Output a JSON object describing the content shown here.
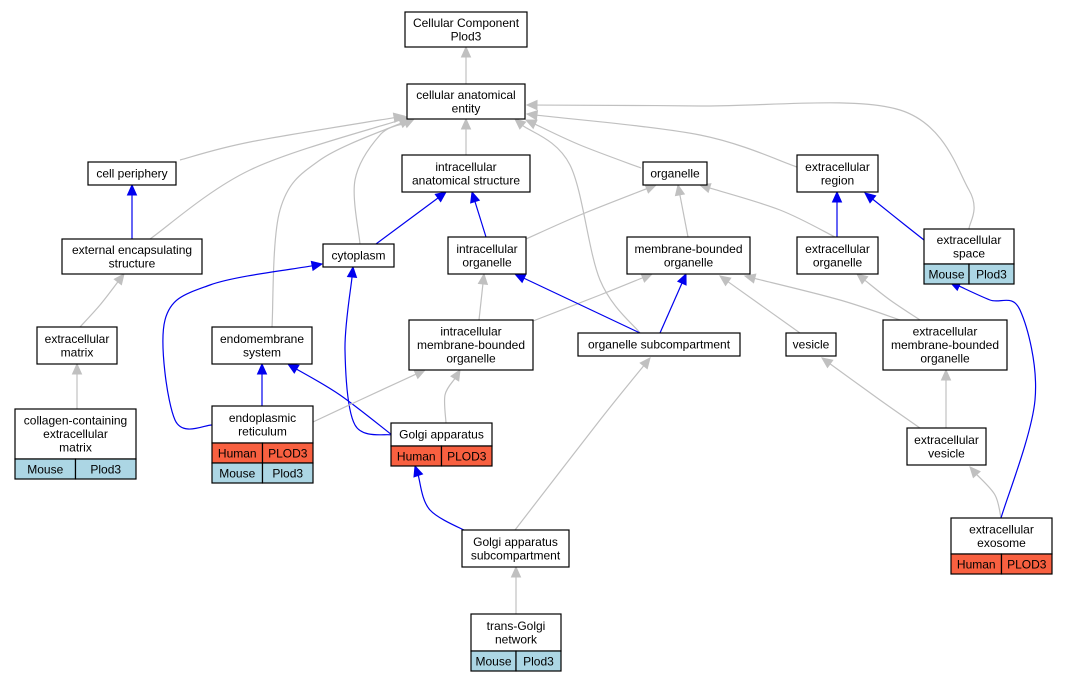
{
  "colors": {
    "grey_edge": "#c0c0c0",
    "blue_edge": "#0000ee",
    "human_tag": "#f86040",
    "mouse_tag": "#acd6e4",
    "box_stroke": "#000000"
  },
  "nodes": [
    {
      "id": "cc",
      "lines": [
        "Cellular Component",
        "Plod3"
      ]
    },
    {
      "id": "cae",
      "lines": [
        "cellular anatomical",
        "entity"
      ]
    },
    {
      "id": "cp",
      "lines": [
        "cell periphery"
      ]
    },
    {
      "id": "ias",
      "lines": [
        "intracellular",
        "anatomical structure"
      ]
    },
    {
      "id": "org",
      "lines": [
        "organelle"
      ]
    },
    {
      "id": "exr",
      "lines": [
        "extracellular",
        "region"
      ]
    },
    {
      "id": "ees",
      "lines": [
        "external encapsulating",
        "structure"
      ]
    },
    {
      "id": "cyt",
      "lines": [
        "cytoplasm"
      ]
    },
    {
      "id": "io",
      "lines": [
        "intracellular",
        "organelle"
      ]
    },
    {
      "id": "mbo",
      "lines": [
        "membrane-bounded",
        "organelle"
      ]
    },
    {
      "id": "exo",
      "lines": [
        "extracellular",
        "organelle"
      ]
    },
    {
      "id": "exs",
      "lines": [
        "extracellular",
        "space"
      ],
      "tags": [
        {
          "species": "Mouse",
          "gene": "Plod3"
        }
      ]
    },
    {
      "id": "ecm",
      "lines": [
        "extracellular",
        "matrix"
      ]
    },
    {
      "id": "ems",
      "lines": [
        "endomembrane",
        "system"
      ]
    },
    {
      "id": "imbo",
      "lines": [
        "intracellular",
        "membrane-bounded",
        "organelle"
      ]
    },
    {
      "id": "osc",
      "lines": [
        "organelle subcompartment"
      ]
    },
    {
      "id": "ves",
      "lines": [
        "vesicle"
      ]
    },
    {
      "id": "embo",
      "lines": [
        "extracellular",
        "membrane-bounded",
        "organelle"
      ]
    },
    {
      "id": "ccecm",
      "lines": [
        "collagen-containing",
        "extracellular",
        "matrix"
      ],
      "tags": [
        {
          "species": "Mouse",
          "gene": "Plod3"
        }
      ]
    },
    {
      "id": "er",
      "lines": [
        "endoplasmic",
        "reticulum"
      ],
      "tags": [
        {
          "species": "Human",
          "gene": "PLOD3"
        },
        {
          "species": "Mouse",
          "gene": "Plod3"
        }
      ]
    },
    {
      "id": "ga",
      "lines": [
        "Golgi apparatus"
      ],
      "tags": [
        {
          "species": "Human",
          "gene": "PLOD3"
        }
      ]
    },
    {
      "id": "ev",
      "lines": [
        "extracellular",
        "vesicle"
      ]
    },
    {
      "id": "gasc",
      "lines": [
        "Golgi apparatus",
        "subcompartment"
      ]
    },
    {
      "id": "eex",
      "lines": [
        "extracellular",
        "exosome"
      ],
      "tags": [
        {
          "species": "Human",
          "gene": "PLOD3"
        }
      ]
    },
    {
      "id": "tgn",
      "lines": [
        "trans-Golgi",
        "network"
      ],
      "tags": [
        {
          "species": "Mouse",
          "gene": "Plod3"
        }
      ]
    }
  ],
  "edges": [
    {
      "from": "cae",
      "to": "cc",
      "kind": "is_a"
    },
    {
      "from": "cp",
      "to": "cae",
      "kind": "is_a"
    },
    {
      "from": "ias",
      "to": "cae",
      "kind": "is_a"
    },
    {
      "from": "org",
      "to": "cae",
      "kind": "is_a"
    },
    {
      "from": "exr",
      "to": "cae",
      "kind": "is_a"
    },
    {
      "from": "exs",
      "to": "cae",
      "kind": "is_a"
    },
    {
      "from": "ees",
      "to": "cae",
      "kind": "is_a"
    },
    {
      "from": "cyt",
      "to": "cae",
      "kind": "is_a"
    },
    {
      "from": "ems",
      "to": "cae",
      "kind": "is_a"
    },
    {
      "from": "osc",
      "to": "cae",
      "kind": "is_a"
    },
    {
      "from": "ees",
      "to": "cp",
      "kind": "part_of"
    },
    {
      "from": "cyt",
      "to": "ias",
      "kind": "part_of"
    },
    {
      "from": "io",
      "to": "ias",
      "kind": "part_of"
    },
    {
      "from": "io",
      "to": "org",
      "kind": "is_a"
    },
    {
      "from": "mbo",
      "to": "org",
      "kind": "is_a"
    },
    {
      "from": "exo",
      "to": "org",
      "kind": "is_a"
    },
    {
      "from": "exo",
      "to": "exr",
      "kind": "part_of"
    },
    {
      "from": "exs",
      "to": "exr",
      "kind": "part_of"
    },
    {
      "from": "ecm",
      "to": "ees",
      "kind": "is_a"
    },
    {
      "from": "ccecm",
      "to": "ecm",
      "kind": "is_a"
    },
    {
      "from": "imbo",
      "to": "io",
      "kind": "is_a"
    },
    {
      "from": "imbo",
      "to": "mbo",
      "kind": "is_a"
    },
    {
      "from": "osc",
      "to": "io",
      "kind": "part_of"
    },
    {
      "from": "osc",
      "to": "mbo",
      "kind": "part_of"
    },
    {
      "from": "ves",
      "to": "mbo",
      "kind": "is_a"
    },
    {
      "from": "embo",
      "to": "mbo",
      "kind": "is_a"
    },
    {
      "from": "embo",
      "to": "exo",
      "kind": "is_a"
    },
    {
      "from": "er",
      "to": "ems",
      "kind": "part_of"
    },
    {
      "from": "ga",
      "to": "ems",
      "kind": "part_of"
    },
    {
      "from": "er",
      "to": "cyt",
      "kind": "part_of"
    },
    {
      "from": "ga",
      "to": "cyt",
      "kind": "part_of"
    },
    {
      "from": "er",
      "to": "imbo",
      "kind": "is_a"
    },
    {
      "from": "ga",
      "to": "imbo",
      "kind": "is_a"
    },
    {
      "from": "ev",
      "to": "ves",
      "kind": "is_a"
    },
    {
      "from": "ev",
      "to": "embo",
      "kind": "is_a"
    },
    {
      "from": "gasc",
      "to": "osc",
      "kind": "is_a"
    },
    {
      "from": "gasc",
      "to": "ga",
      "kind": "part_of"
    },
    {
      "from": "eex",
      "to": "ev",
      "kind": "is_a"
    },
    {
      "from": "eex",
      "to": "exs",
      "kind": "part_of"
    },
    {
      "from": "tgn",
      "to": "gasc",
      "kind": "is_a"
    }
  ]
}
